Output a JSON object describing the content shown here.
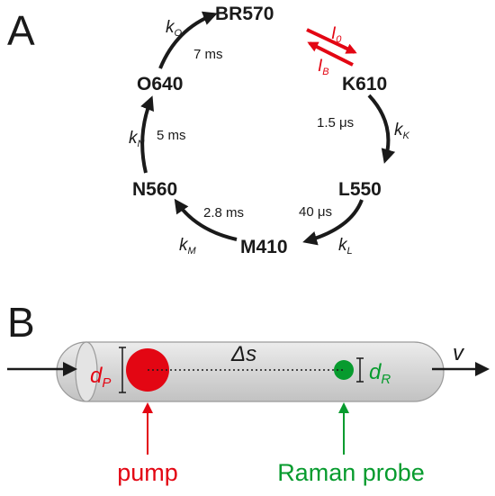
{
  "panel_a": {
    "letter": "A",
    "states": {
      "br": "BR570",
      "k": "K610",
      "l": "L550",
      "m": "M410",
      "n": "N560",
      "o": "O640"
    },
    "times": {
      "k_to_l": "1.5 μs",
      "l_to_m": "40 μs",
      "m_to_n": "2.8 ms",
      "n_to_o": "5 ms",
      "o_to_br": "7 ms"
    },
    "rates": {
      "k_main": "k",
      "kK_sub": "K",
      "kL_sub": "L",
      "kM_sub": "M",
      "kN_sub": "N",
      "kO_sub": "O"
    },
    "light": {
      "i_main": "I",
      "i0_sub": "0",
      "iB_sub": "B"
    }
  },
  "panel_b": {
    "letter": "B",
    "delta_s": "Δs",
    "velocity": "v",
    "dP_main": "d",
    "dP_sub": "P",
    "dR_main": "d",
    "dR_sub": "R",
    "pump_label": "pump",
    "probe_label": "Raman probe"
  },
  "colors": {
    "pump": "#e30613",
    "probe": "#079b2e",
    "arrow": "#1a1a1a",
    "tube": "#d4d4d4"
  }
}
